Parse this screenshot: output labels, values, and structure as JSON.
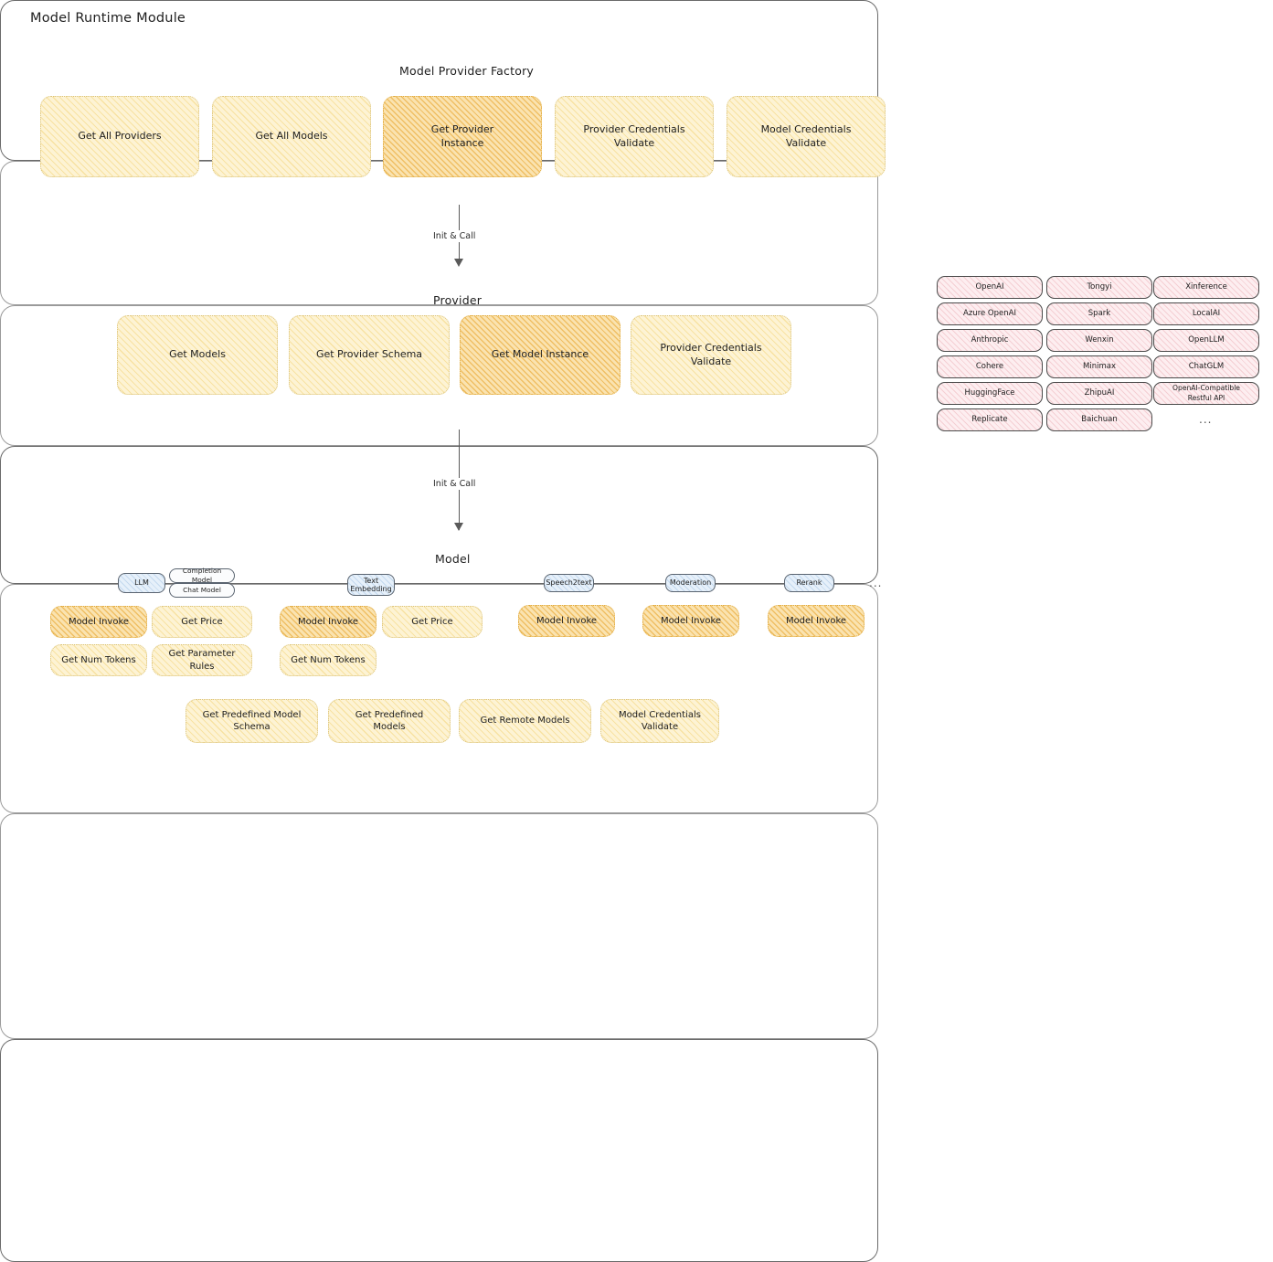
{
  "page": {
    "title": "Model Runtime Module"
  },
  "factory": {
    "title": "Model Provider Factory",
    "nodes": [
      {
        "label": "Get All Providers",
        "style": "yellow"
      },
      {
        "label": "Get All Models",
        "style": "yellow"
      },
      {
        "label": "Get Provider\nInstance",
        "style": "orange"
      },
      {
        "label": "Provider Credentials\nValidate",
        "style": "yellow"
      },
      {
        "label": "Model Credentials\nValidate",
        "style": "yellow"
      }
    ]
  },
  "arrows": [
    {
      "label": "Init & Call"
    },
    {
      "label": "Init & Call"
    }
  ],
  "provider": {
    "title": "Provider",
    "nodes": [
      {
        "label": "Get Models",
        "style": "yellow"
      },
      {
        "label": "Get Provider Schema",
        "style": "yellow"
      },
      {
        "label": "Get Model Instance",
        "style": "orange"
      },
      {
        "label": "Provider Credentials\nValidate",
        "style": "yellow"
      }
    ]
  },
  "provider_list": {
    "columns": [
      [
        "OpenAI",
        "Azure OpenAI",
        "Anthropic",
        "Cohere",
        "HuggingFace",
        "Replicate"
      ],
      [
        "Tongyi",
        "Spark",
        "Wenxin",
        "Minimax",
        "ZhipuAI",
        "Baichuan"
      ],
      [
        "Xinference",
        "LocalAI",
        "OpenLLM",
        "ChatGLM",
        "OpenAI-Compatible Restful API"
      ]
    ],
    "more": "..."
  },
  "model": {
    "title": "Model",
    "more": "...",
    "types": [
      {
        "badge": "LLM",
        "badge_style": "blue",
        "sub_badges": [
          "Completion Model",
          "Chat Model"
        ],
        "nodes": [
          {
            "label": "Model Invoke",
            "style": "orange"
          },
          {
            "label": "Get Price",
            "style": "yellow"
          },
          {
            "label": "Get Num Tokens",
            "style": "yellow"
          },
          {
            "label": "Get Parameter\nRules",
            "style": "yellow"
          }
        ]
      },
      {
        "badge": "Text\nEmbedding",
        "badge_style": "blue",
        "sub_badges": [],
        "nodes": [
          {
            "label": "Model Invoke",
            "style": "orange"
          },
          {
            "label": "Get Price",
            "style": "yellow"
          },
          {
            "label": "Get Num Tokens",
            "style": "yellow"
          }
        ]
      },
      {
        "badge": "Speech2text",
        "badge_style": "blue",
        "sub_badges": [],
        "nodes": [
          {
            "label": "Model Invoke",
            "style": "orange"
          }
        ]
      },
      {
        "badge": "Moderation",
        "badge_style": "blue",
        "sub_badges": [],
        "nodes": [
          {
            "label": "Model Invoke",
            "style": "orange"
          }
        ]
      },
      {
        "badge": "Rerank",
        "badge_style": "blue",
        "sub_badges": [],
        "nodes": [
          {
            "label": "Model Invoke",
            "style": "orange"
          }
        ]
      }
    ],
    "common_nodes": [
      {
        "label": "Get Predefined Model\nSchema",
        "style": "yellow"
      },
      {
        "label": "Get Predefined\nModels",
        "style": "yellow"
      },
      {
        "label": "Get Remote Models",
        "style": "yellow"
      },
      {
        "label": "Model Credentials\nValidate",
        "style": "yellow"
      }
    ]
  },
  "colors": {
    "yellow_fill": "#fdf3d4",
    "orange_fill": "#fae3b0",
    "pink_fill": "#fdeef0",
    "blue_fill": "#e6f0fa",
    "stroke": "#3b3b3b"
  }
}
